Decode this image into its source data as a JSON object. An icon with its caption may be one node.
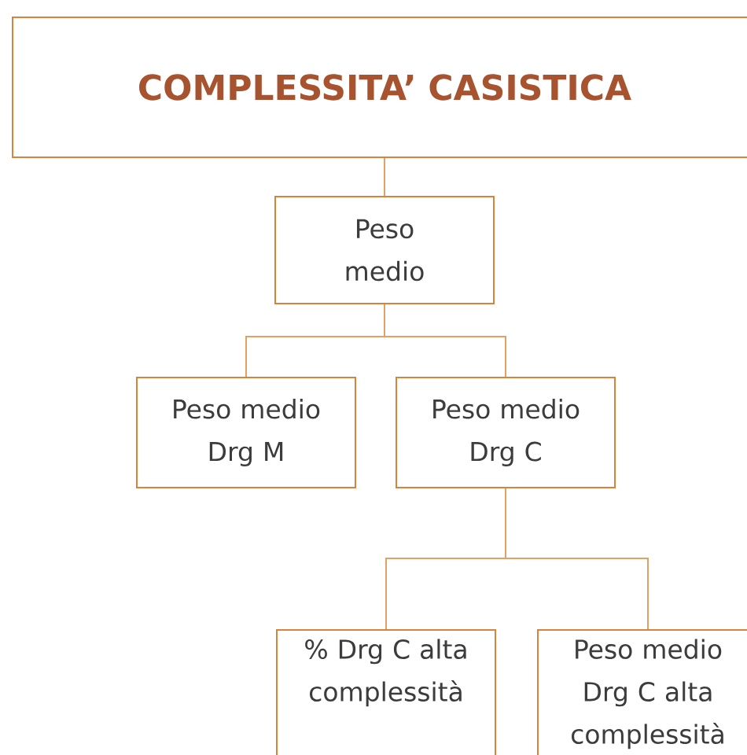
{
  "diagram": {
    "nodes": [
      {
        "text": [
          "COMPLESSITA’ CASISTICA"
        ]
      },
      {
        "text": [
          "Peso medio"
        ]
      },
      {
        "text": [
          "Peso medio Drg M"
        ]
      },
      {
        "text": [
          "Peso medio Drg C"
        ]
      },
      {
        "text": [
          "% Drg C alta complessità"
        ]
      },
      {
        "text": [
          "Peso medio Drg C alta complessità"
        ]
      }
    ],
    "edges": [
      {
        "from": 0,
        "to": 1,
        "arrow": "none"
      },
      {
        "from": 1,
        "to": 2,
        "arrow": "none"
      },
      {
        "from": 1,
        "to": 3,
        "arrow": "none"
      },
      {
        "from": 3,
        "to": 4,
        "arrow": "none"
      },
      {
        "from": 3,
        "to": 5,
        "arrow": "none"
      }
    ]
  }
}
